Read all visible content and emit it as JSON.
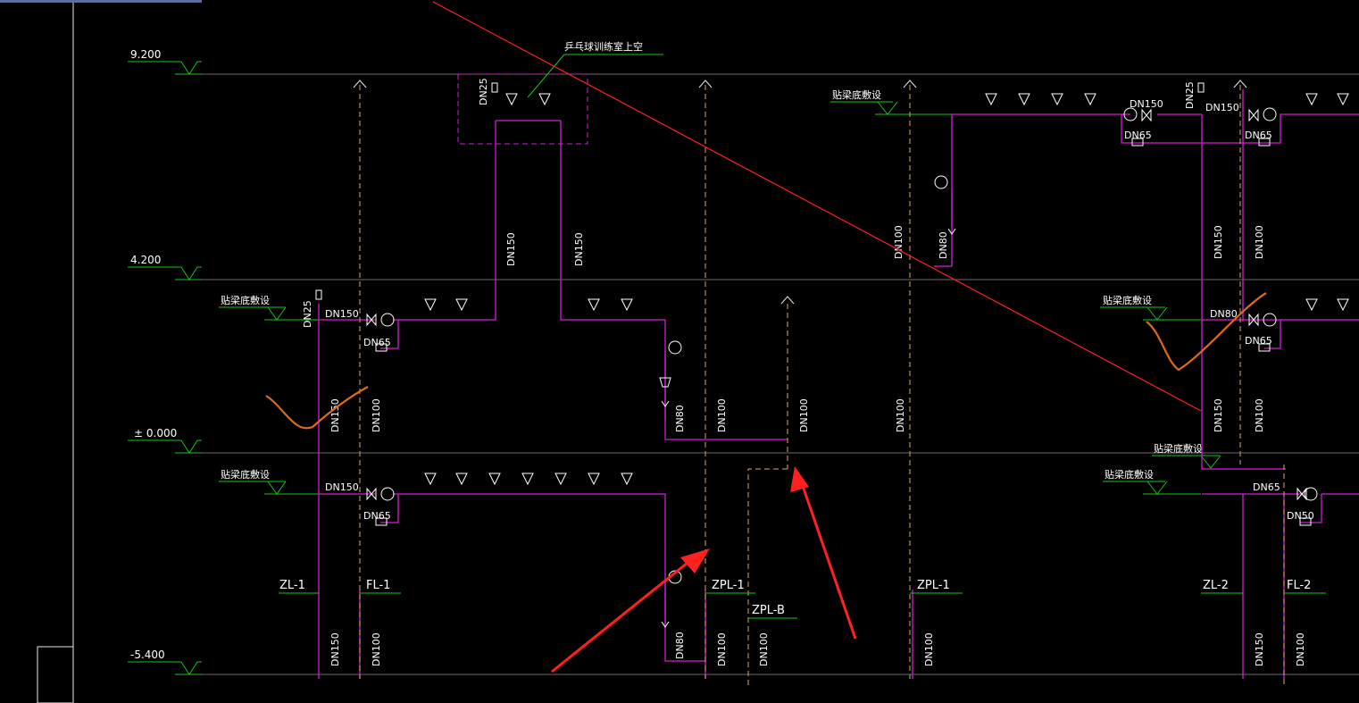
{
  "drawing": {
    "elevations": [
      "9.200",
      "4.200",
      "± 0.000",
      "-5.400"
    ],
    "room_note": "乒乓球训练室上空",
    "beam_note": "贴梁底敷设",
    "pipe_labels": [
      "ZL-1",
      "FL-1",
      "ZPL-1",
      "ZPL-B",
      "ZPL-1",
      "ZL-2",
      "FL-2"
    ],
    "dn": {
      "d25": "DN25",
      "d150": "DN150",
      "d65": "DN65",
      "d100": "DN100",
      "d80": "DN80",
      "d50": "DN50"
    },
    "colors": {
      "background": "#000000",
      "pipe": "#d21ed2",
      "level_line": "#14c814",
      "dashed_pipe": "#d8a868",
      "markup_red": "#ff2020",
      "markup_orange": "#e06a1a",
      "frame": "#ffffff"
    }
  }
}
